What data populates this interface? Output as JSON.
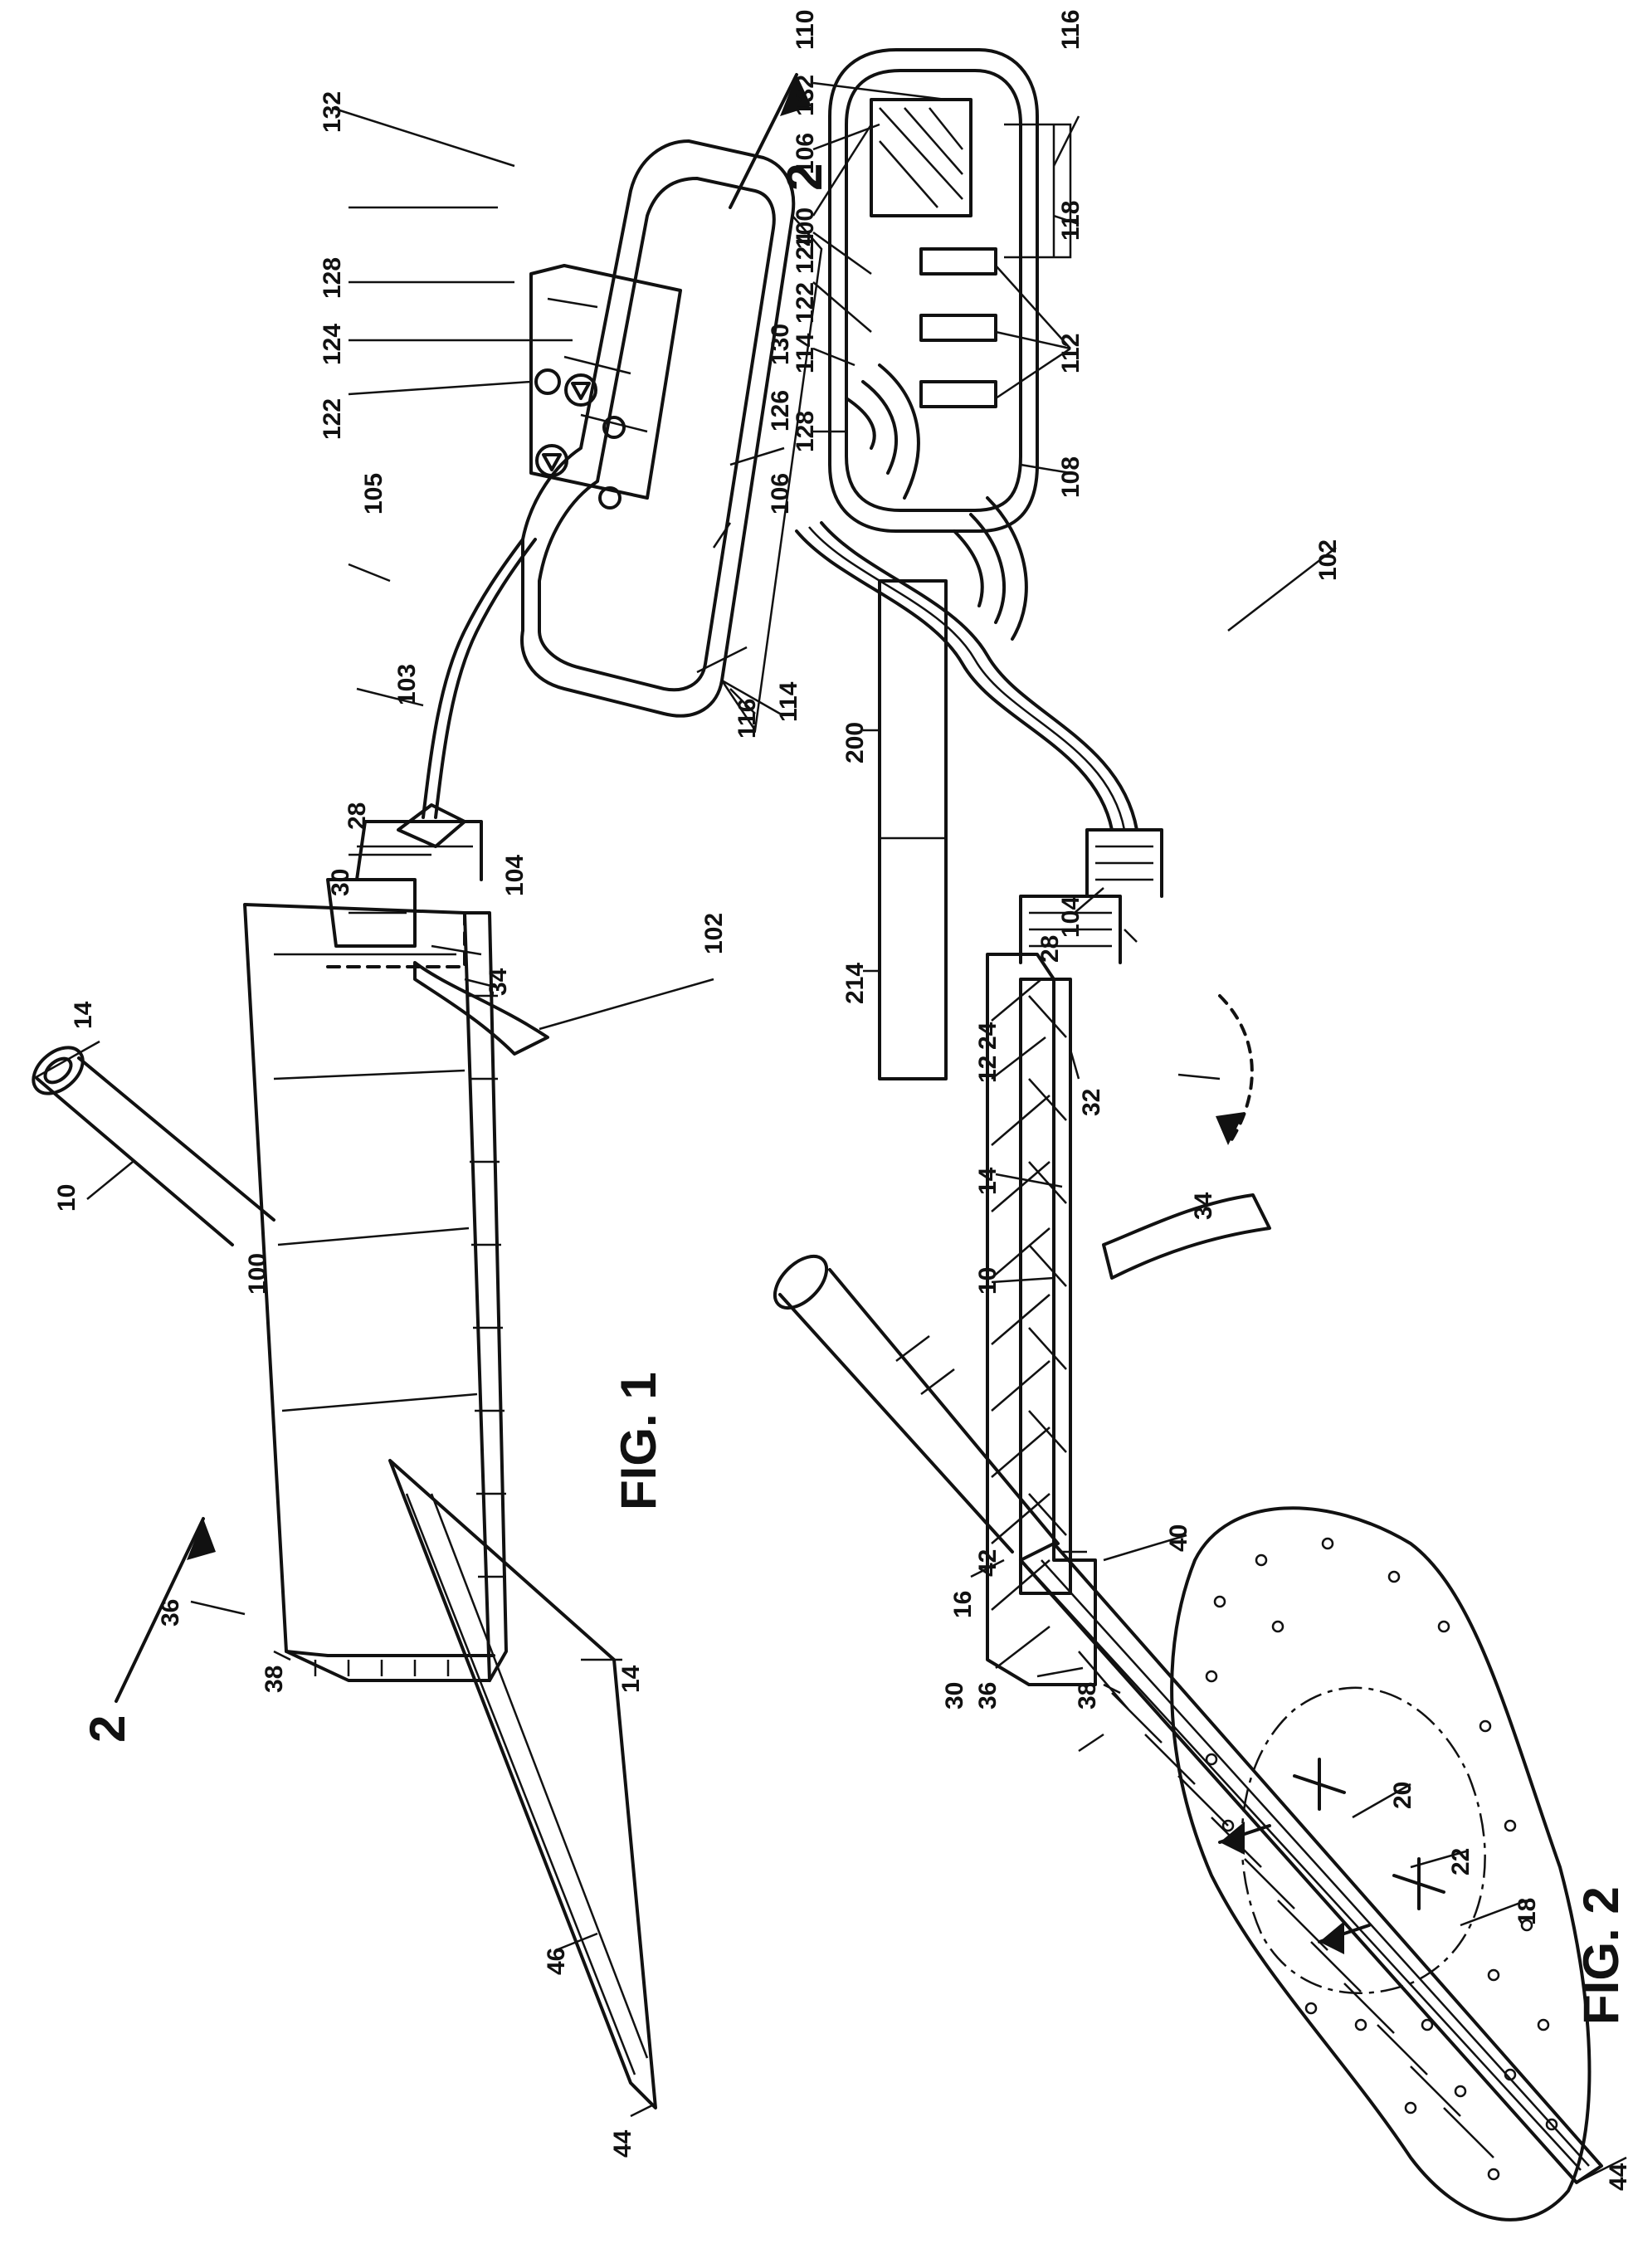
{
  "figures": [
    {
      "id": "fig1",
      "title": "FIG. 1",
      "labels": [
        "10",
        "14",
        "28",
        "30",
        "34",
        "36",
        "38",
        "2",
        "14",
        "46",
        "44",
        "100",
        "102",
        "103",
        "104",
        "105",
        "106",
        "116",
        "114",
        "122",
        "124",
        "126",
        "128",
        "130",
        "132",
        "2"
      ]
    },
    {
      "id": "fig2",
      "title": "FIG. 2",
      "labels": [
        "10",
        "14",
        "12",
        "24",
        "32",
        "34",
        "28",
        "36",
        "38",
        "30",
        "16",
        "42",
        "40",
        "20",
        "22",
        "18",
        "44",
        "200",
        "214",
        "104",
        "102",
        "100",
        "106",
        "132",
        "110",
        "116",
        "118",
        "124",
        "122",
        "114",
        "112",
        "128",
        "108"
      ]
    }
  ]
}
